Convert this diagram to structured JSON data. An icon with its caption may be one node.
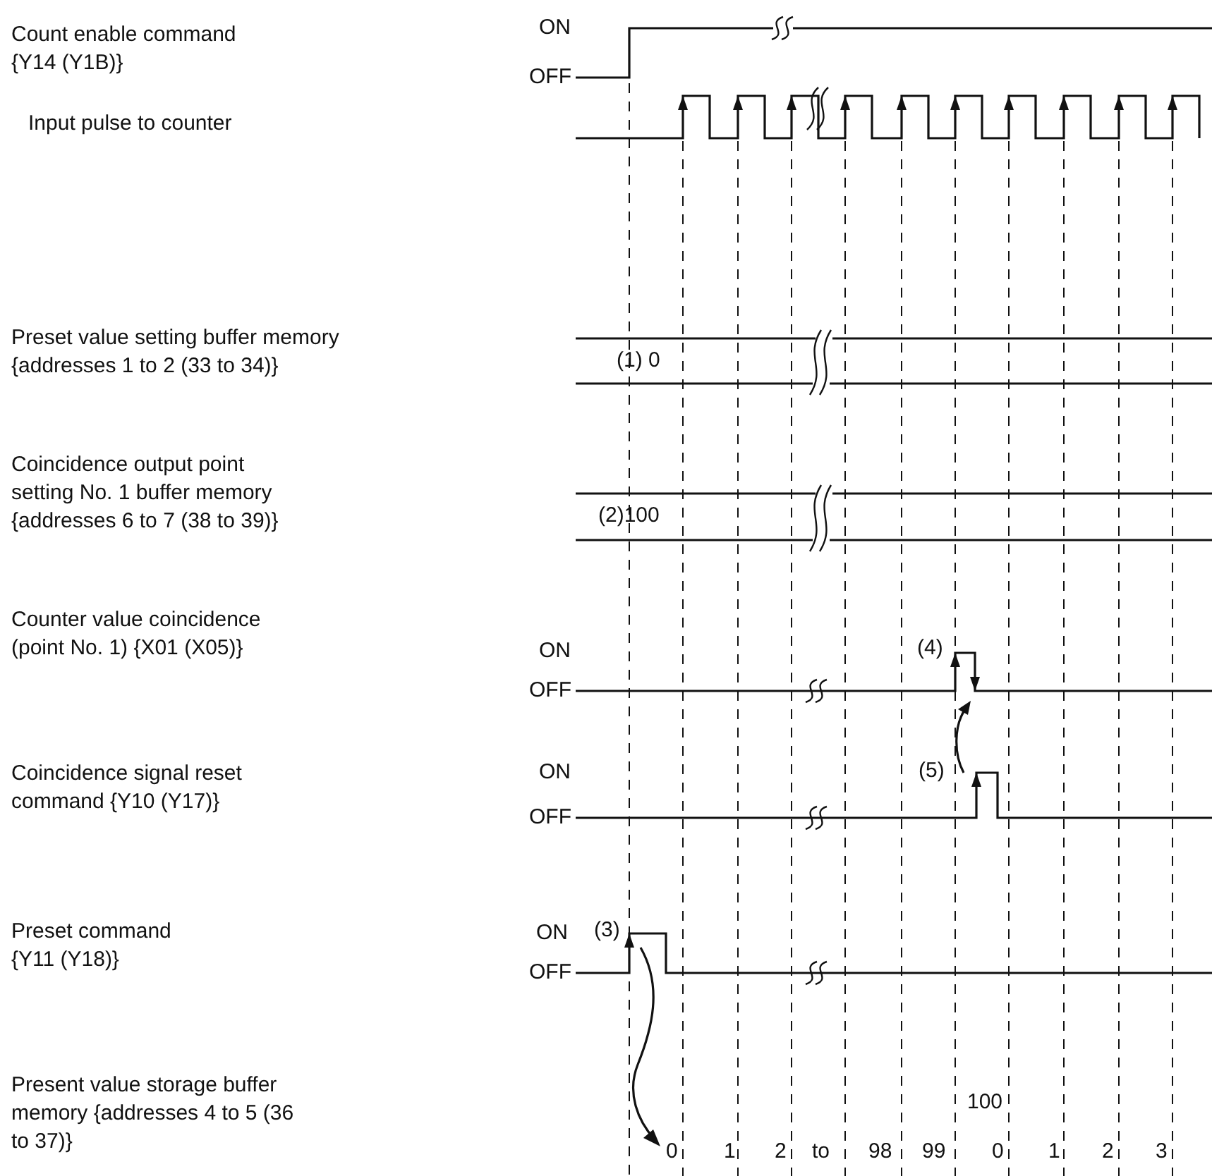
{
  "diagram": {
    "labels": [
      "Count enable command {Y14 (Y1B)}",
      "ON",
      "OFF",
      "Input pulse to counter",
      "Preset value setting buffer memory {addresses 1 to 2 (33 to 34)}",
      "(1) 0",
      "Coincidence output point setting No. 1 buffer memory {addresses 6 to 7 (38 to 39)}",
      "(2)100",
      "Counter value coincidence (point No. 1) {X01 (X05)}",
      "ON",
      "(4)",
      "OFF",
      "Coincidence signal reset command {Y10 (Y17)}",
      "ON",
      "(5)",
      "OFF",
      "Preset command {Y11 (Y18)}",
      "ON",
      "(3)",
      "OFF",
      "Present value storage buffer memory {addresses 4 to 5 (36 to 37)}",
      "100",
      "0",
      "1",
      "2",
      "to",
      "98",
      "99",
      "0",
      "1",
      "2",
      "3"
    ]
  }
}
